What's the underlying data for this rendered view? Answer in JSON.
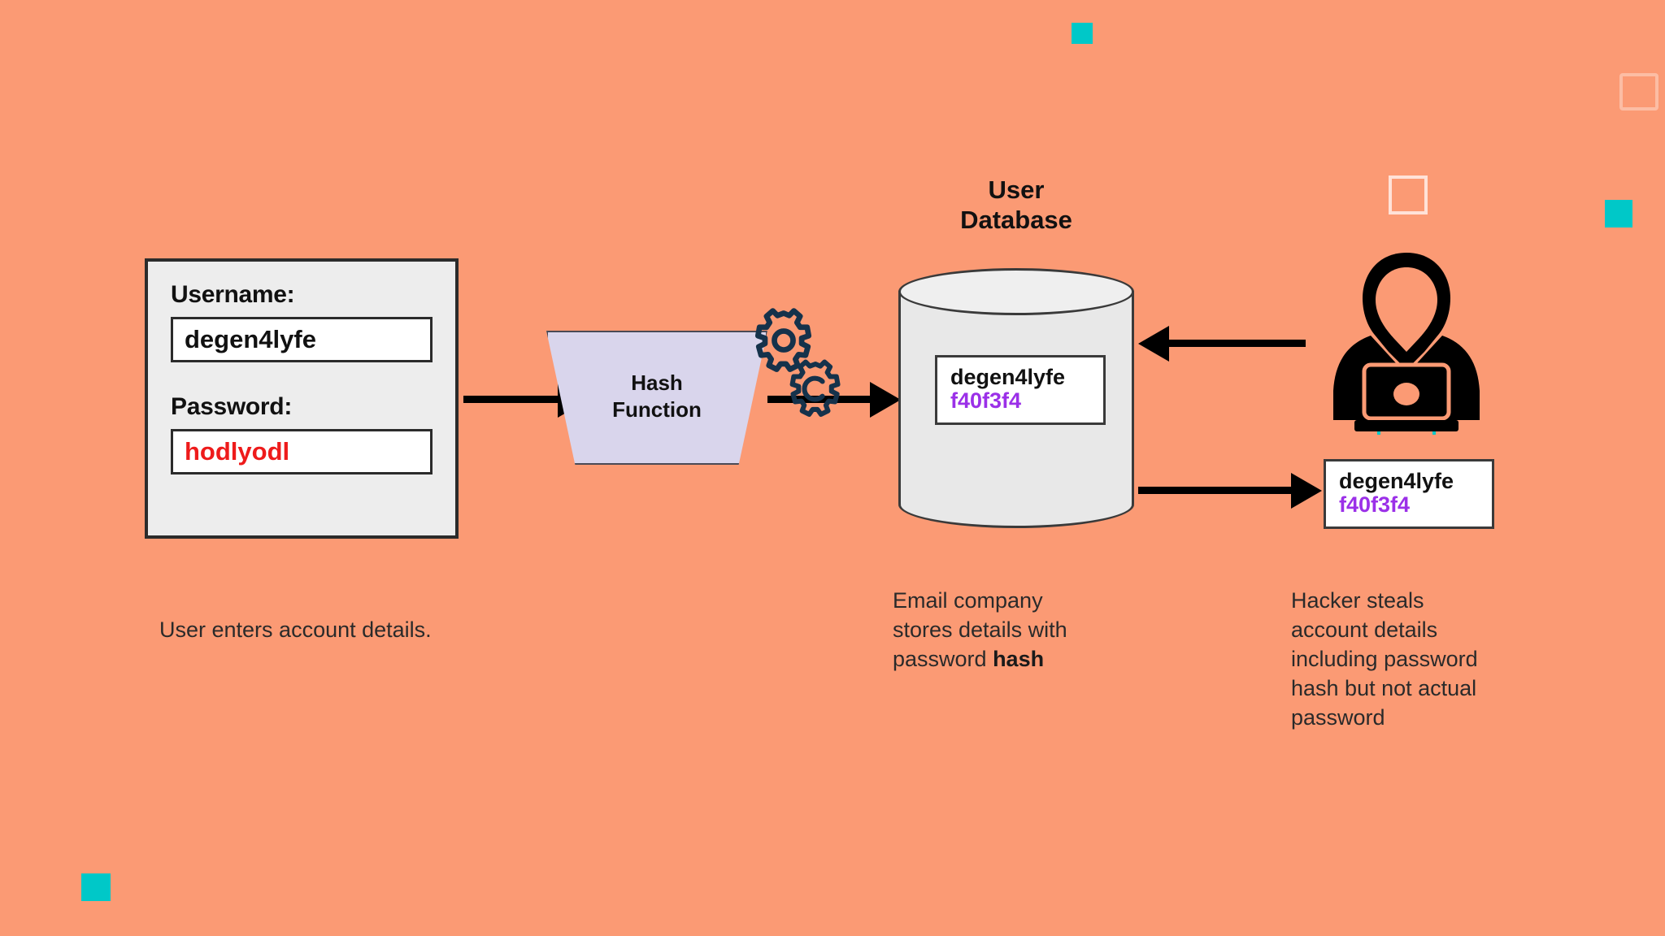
{
  "background_color": "#FB9A74",
  "accent_cyan": "#00C8C8",
  "hash_color": "#9B30E8",
  "password_color": "#EE1B1B",
  "login_form": {
    "username_label": "Username:",
    "username_value": "degen4lyfe",
    "password_label": "Password:",
    "password_value": "hodlyodl"
  },
  "hash_box": {
    "line1": "Hash",
    "line2": "Function",
    "gear_icon_1": "gear-icon",
    "gear_icon_2": "gear-icon"
  },
  "database": {
    "title_line1": "User",
    "title_line2": "Database",
    "record_username": "degen4lyfe",
    "record_hash": "f40f3f4"
  },
  "hacker": {
    "icon": "hooded-hacker-with-laptop-icon",
    "stolen_username": "degen4lyfe",
    "stolen_hash": "f40f3f4"
  },
  "captions": {
    "user": "User enters account details.",
    "database_line1": "Email company",
    "database_line2": "stores details with",
    "database_line3_prefix": "password ",
    "database_line3_bold": "hash",
    "hacker_line1": "Hacker steals",
    "hacker_line2": "account details",
    "hacker_line3": "including password",
    "hacker_line4": "hash but not actual",
    "hacker_line5": "password"
  },
  "arrows": {
    "form_to_hash": "arrow-right",
    "hash_to_database": "arrow-right",
    "hacker_to_database": "arrow-left",
    "database_to_stolen": "arrow-right"
  },
  "decorations": [
    {
      "name": "cyan-square-top",
      "type": "filled"
    },
    {
      "name": "white-square-outline",
      "type": "hollow"
    },
    {
      "name": "cyan-square-right",
      "type": "filled"
    },
    {
      "name": "faint-square-outline-right",
      "type": "hollow-faint"
    },
    {
      "name": "cyan-square-bottom-left",
      "type": "filled"
    }
  ]
}
